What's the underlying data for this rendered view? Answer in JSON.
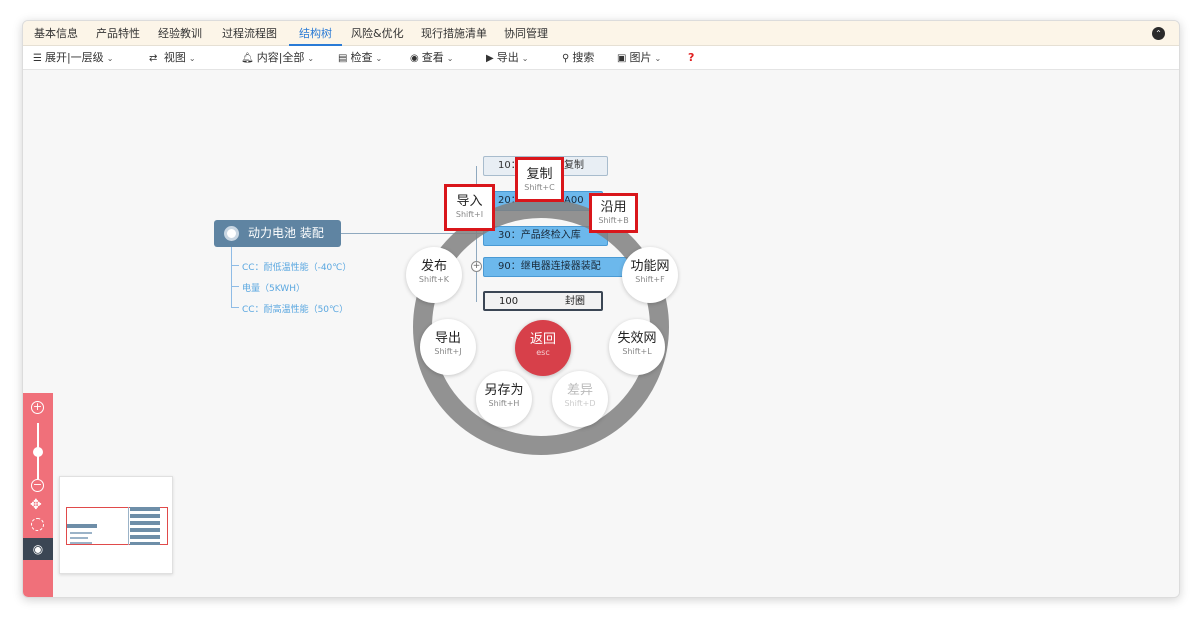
{
  "tabs": [
    {
      "label": "基本信息"
    },
    {
      "label": "产品特性"
    },
    {
      "label": "经验教训"
    },
    {
      "label": "过程流程图"
    },
    {
      "label": "结构树"
    },
    {
      "label": "风险&优化"
    },
    {
      "label": "现行措施清单"
    },
    {
      "label": "协同管理"
    }
  ],
  "active_tab": "结构树",
  "toolbar": {
    "expand": "展开|一层级",
    "view": "视图",
    "content": "内容|全部",
    "check": "检查",
    "look": "查看",
    "export": "导出",
    "search": "搜索",
    "image": "图片",
    "help": "?"
  },
  "tree": {
    "root": "动力电池 装配",
    "attributes": [
      "CC：耐低温性能（-40℃）",
      "电量（5KWH）",
      "CC：耐高温性能（50℃）"
    ],
    "children": [
      {
        "label": "10：",
        "tail": "复制",
        "style": "plain"
      },
      {
        "label": "20：",
        "tail": "A00",
        "style": "blue"
      },
      {
        "label": "30：产品终检入库",
        "style": "blue"
      },
      {
        "label": "90：继电器连接器装配",
        "style": "blue"
      },
      {
        "label": "100",
        "tail": "封圈",
        "style": "dark"
      }
    ]
  },
  "radial_menu": {
    "copy": {
      "label": "复制",
      "shortcut": "Shift+C"
    },
    "import": {
      "label": "导入",
      "shortcut": "Shift+I"
    },
    "reuse": {
      "label": "沿用",
      "shortcut": "Shift+B"
    },
    "publish": {
      "label": "发布",
      "shortcut": "Shift+K"
    },
    "function_net": {
      "label": "功能网",
      "shortcut": "Shift+F"
    },
    "export": {
      "label": "导出",
      "shortcut": "Shift+J"
    },
    "failure_net": {
      "label": "失效网",
      "shortcut": "Shift+L"
    },
    "save_as": {
      "label": "另存为",
      "shortcut": "Shift+H"
    },
    "diff": {
      "label": "差异",
      "shortcut": "Shift+D"
    },
    "back": {
      "label": "返回",
      "shortcut": "esc"
    }
  },
  "colors": {
    "accent": "#2a7bd6",
    "root_node": "#5f84a2",
    "child_blue": "#6cb8ec",
    "highlight": "#d9161b",
    "back_button": "#d7404a",
    "zoom_bar": "#f0707a"
  },
  "icons": {
    "expand": "list-icon",
    "view": "swap-icon",
    "content": "bell-icon",
    "check": "clipboard-icon",
    "look": "eye-icon",
    "export": "file-export-icon",
    "search": "search-icon",
    "image": "image-icon"
  }
}
